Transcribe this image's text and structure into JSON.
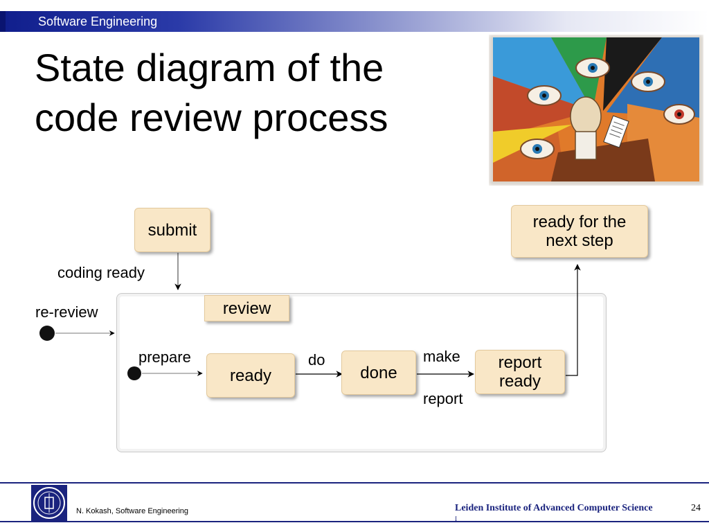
{
  "header": {
    "course": "Software Engineering"
  },
  "slide": {
    "title_line1": "State diagram of the",
    "title_line2": "code review process"
  },
  "diagram": {
    "nodes": {
      "submit": "submit",
      "next_step_line1": "ready for the",
      "next_step_line2": "next step",
      "review": "review",
      "ready": "ready",
      "done": "done",
      "report_ready_line1": "report",
      "report_ready_line2": "ready"
    },
    "edges": {
      "coding_ready": "coding ready",
      "re_review": "re-review",
      "prepare": "prepare",
      "do": "do",
      "make": "make",
      "report": "report"
    }
  },
  "footer": {
    "author": "N. Kokash, Software Engineering",
    "institute": "Leiden Institute of Advanced Computer Science",
    "institute_mark": "I",
    "page_number": "24"
  },
  "colors": {
    "header_blue": "#101e8c",
    "node_fill": "#f9e7c7",
    "footer_line": "#1a237e"
  },
  "icons": {
    "illustration": "eyes-watching-reviewer-illustration",
    "logo": "university-seal-logo"
  }
}
